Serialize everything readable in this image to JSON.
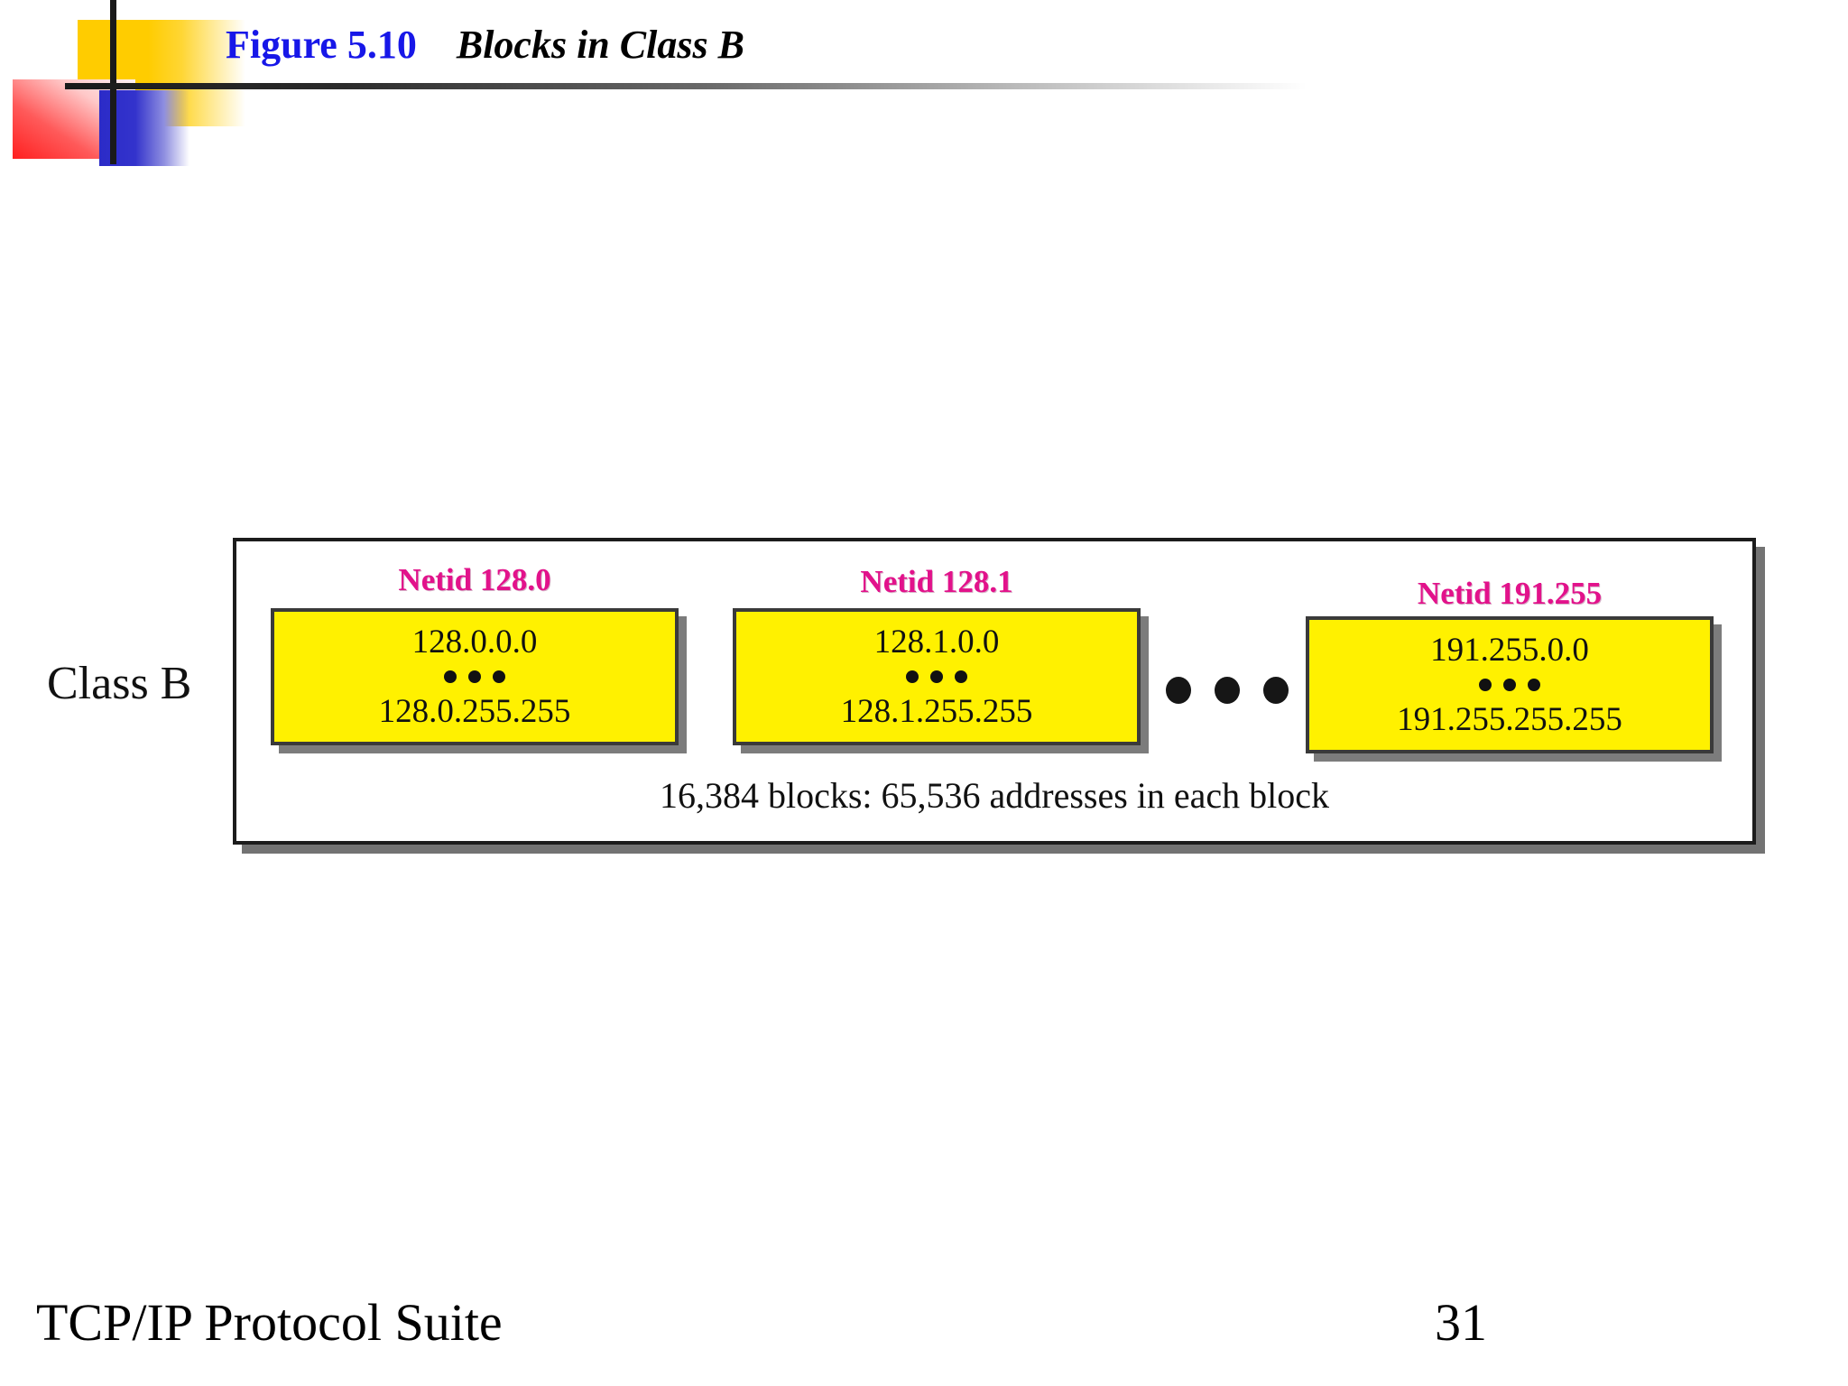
{
  "slide": {
    "figure_number": "Figure 5.10",
    "figure_title": "Blocks in Class B"
  },
  "diagram": {
    "class_label": "Class B",
    "caption": "16,384 blocks: 65,536 addresses in each block",
    "ellipsis_between_blocks": "• • •",
    "blocks": [
      {
        "netid": "Netid 128.0",
        "first_address": "128.0.0.0",
        "range_dots": "• • •",
        "last_address": "128.0.255.255"
      },
      {
        "netid": "Netid 128.1",
        "first_address": "128.1.0.0",
        "range_dots": "• • •",
        "last_address": "128.1.255.255"
      },
      {
        "netid": "Netid 191.255",
        "first_address": "191.255.0.0",
        "range_dots": "• • •",
        "last_address": "191.255.255.255"
      }
    ]
  },
  "footer": {
    "book_title": "TCP/IP Protocol Suite",
    "page_number": "31"
  },
  "colors": {
    "figure_number": "#1717E8",
    "netid_label": "#E2128B",
    "block_fill": "#FFF100",
    "block_border": "#3a3a3a",
    "deco_yellow": "#FFCC00",
    "deco_red": "#FF2020",
    "deco_blue": "#3333CC",
    "rule": "#1a1a1a"
  }
}
